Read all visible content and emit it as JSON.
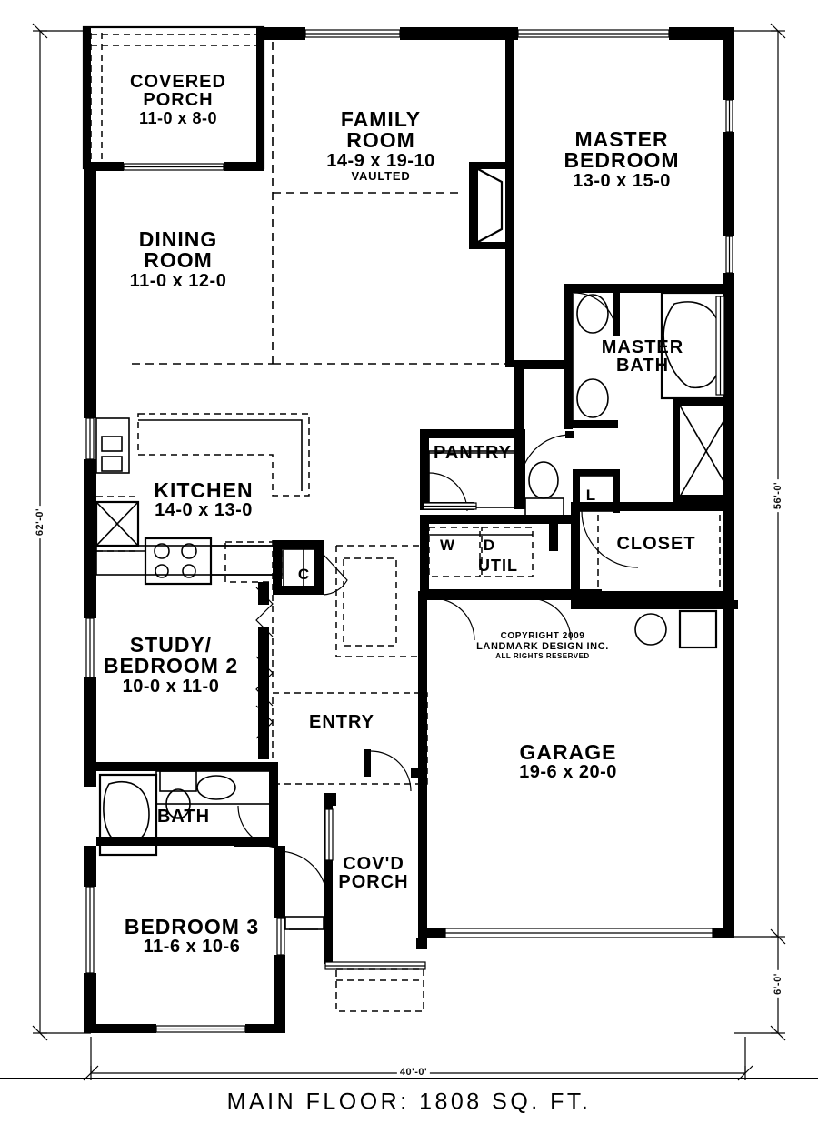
{
  "document": {
    "type": "architectural-floor-plan",
    "title": "MAIN FLOOR:   1808 SQ. FT.",
    "floor_name": "MAIN FLOOR",
    "area": "1808 SQ. FT."
  },
  "copyright": {
    "line1": "COPYRIGHT 2009",
    "line2": "LANDMARK DESIGN INC.",
    "line3": "ALL RIGHTS RESERVED"
  },
  "dimensions": {
    "left_overall": "62'-0'",
    "right_upper": "56'-0'",
    "right_lower": "6'-0'",
    "bottom_overall": "40'-0'"
  },
  "rooms": [
    {
      "id": "covered-porch",
      "name": "COVERED\nPORCH",
      "line1": "COVERED",
      "line2": "PORCH",
      "dim": "11-0  x  8-0",
      "note": ""
    },
    {
      "id": "family-room",
      "name": "FAMILY ROOM",
      "line1": "FAMILY",
      "line2": "ROOM",
      "dim": "14-9  x  19-10",
      "note": "VAULTED"
    },
    {
      "id": "master-bedroom",
      "name": "MASTER BEDROOM",
      "line1": "MASTER",
      "line2": "BEDROOM",
      "dim": "13-0  x  15-0",
      "note": ""
    },
    {
      "id": "dining-room",
      "name": "DINING ROOM",
      "line1": "DINING",
      "line2": "ROOM",
      "dim": "11-0  x  12-0",
      "note": ""
    },
    {
      "id": "kitchen",
      "name": "KITCHEN",
      "line1": "KITCHEN",
      "line2": "",
      "dim": "14-0  x  13-0",
      "note": ""
    },
    {
      "id": "master-bath",
      "name": "MASTER BATH",
      "line1": "MASTER",
      "line2": "BATH",
      "dim": "",
      "note": ""
    },
    {
      "id": "pantry",
      "name": "PANTRY",
      "line1": "PANTRY",
      "line2": "",
      "dim": "",
      "note": ""
    },
    {
      "id": "closet",
      "name": "CLOSET",
      "line1": "CLOSET",
      "line2": "",
      "dim": "",
      "note": ""
    },
    {
      "id": "util",
      "name": "UTIL",
      "line1": "UTIL",
      "line2": "",
      "dim": "",
      "note": ""
    },
    {
      "id": "study-bedroom2",
      "name": "STUDY/ BEDROOM 2",
      "line1": "STUDY/",
      "line2": "BEDROOM 2",
      "dim": "10-0  x  11-0",
      "note": ""
    },
    {
      "id": "entry",
      "name": "ENTRY",
      "line1": "ENTRY",
      "line2": "",
      "dim": "",
      "note": ""
    },
    {
      "id": "garage",
      "name": "GARAGE",
      "line1": "GARAGE",
      "line2": "",
      "dim": "19-6  x  20-0",
      "note": ""
    },
    {
      "id": "bath",
      "name": "BATH",
      "line1": "BATH",
      "line2": "",
      "dim": "",
      "note": ""
    },
    {
      "id": "covd-porch",
      "name": "COV'D PORCH",
      "line1": "COV'D",
      "line2": "PORCH",
      "dim": "",
      "note": ""
    },
    {
      "id": "bedroom3",
      "name": "BEDROOM 3",
      "line1": "BEDROOM 3",
      "line2": "",
      "dim": "11-6  x  10-6",
      "note": ""
    }
  ],
  "appliances": [
    {
      "id": "washer",
      "label": "W",
      "meaning": "washer"
    },
    {
      "id": "dryer",
      "label": "D",
      "meaning": "dryer"
    },
    {
      "id": "linen",
      "label": "L",
      "meaning": "linen closet"
    },
    {
      "id": "closet-c",
      "label": "C",
      "meaning": "coat closet"
    }
  ],
  "colors": {
    "wall": "#000000",
    "background": "#ffffff",
    "dashed": "#1a1a1a",
    "fixture_line": "#000000"
  }
}
